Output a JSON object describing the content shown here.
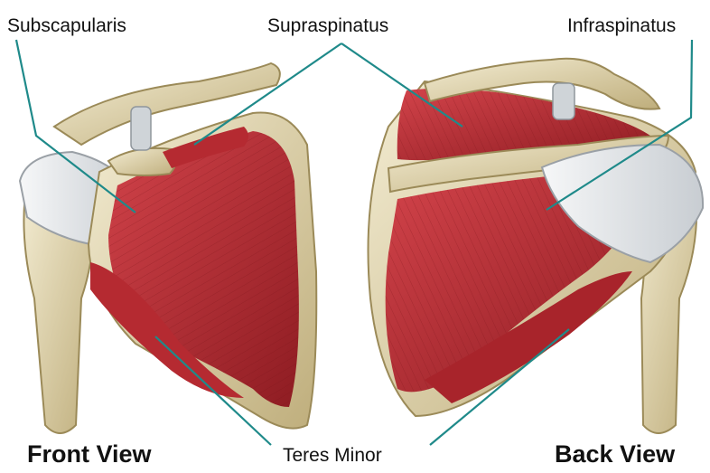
{
  "labels": {
    "subscapularis": "Subscapularis",
    "supraspinatus": "Supraspinatus",
    "infraspinatus": "Infraspinatus",
    "teres_minor": "Teres Minor"
  },
  "views": {
    "front": "Front View",
    "back": "Back View"
  },
  "colors": {
    "muscle": "#c4323a",
    "muscle_dark": "#8e1c22",
    "bone": "#e8ddb8",
    "bone_shadow": "#b4a67a",
    "tendon": "#e6e8ea",
    "leader_line": "#1f8a8a"
  }
}
